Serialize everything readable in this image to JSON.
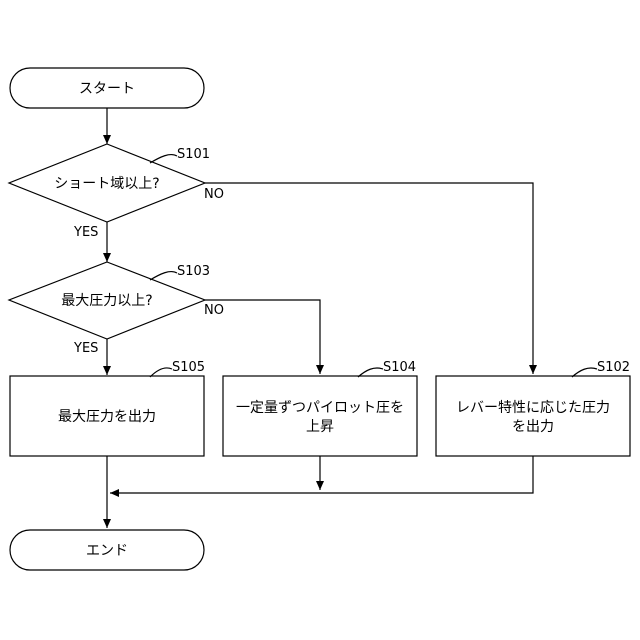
{
  "nodes": {
    "start": "スタート",
    "decision_short": "ショート域以上?",
    "decision_max": "最大圧力以上?",
    "output_max": "最大圧力を出力",
    "raise_line1": "一定量ずつパイロット圧を",
    "raise_line2": "上昇",
    "lever_line1": "レバー特性に応じた圧力",
    "lever_line2": "を出力",
    "end": "エンド"
  },
  "steps": {
    "s101": "S101",
    "s102": "S102",
    "s103": "S103",
    "s104": "S104",
    "s105": "S105"
  },
  "edges": {
    "s101_yes": "YES",
    "s101_no": "NO",
    "s103_yes": "YES",
    "s103_no": "NO"
  }
}
